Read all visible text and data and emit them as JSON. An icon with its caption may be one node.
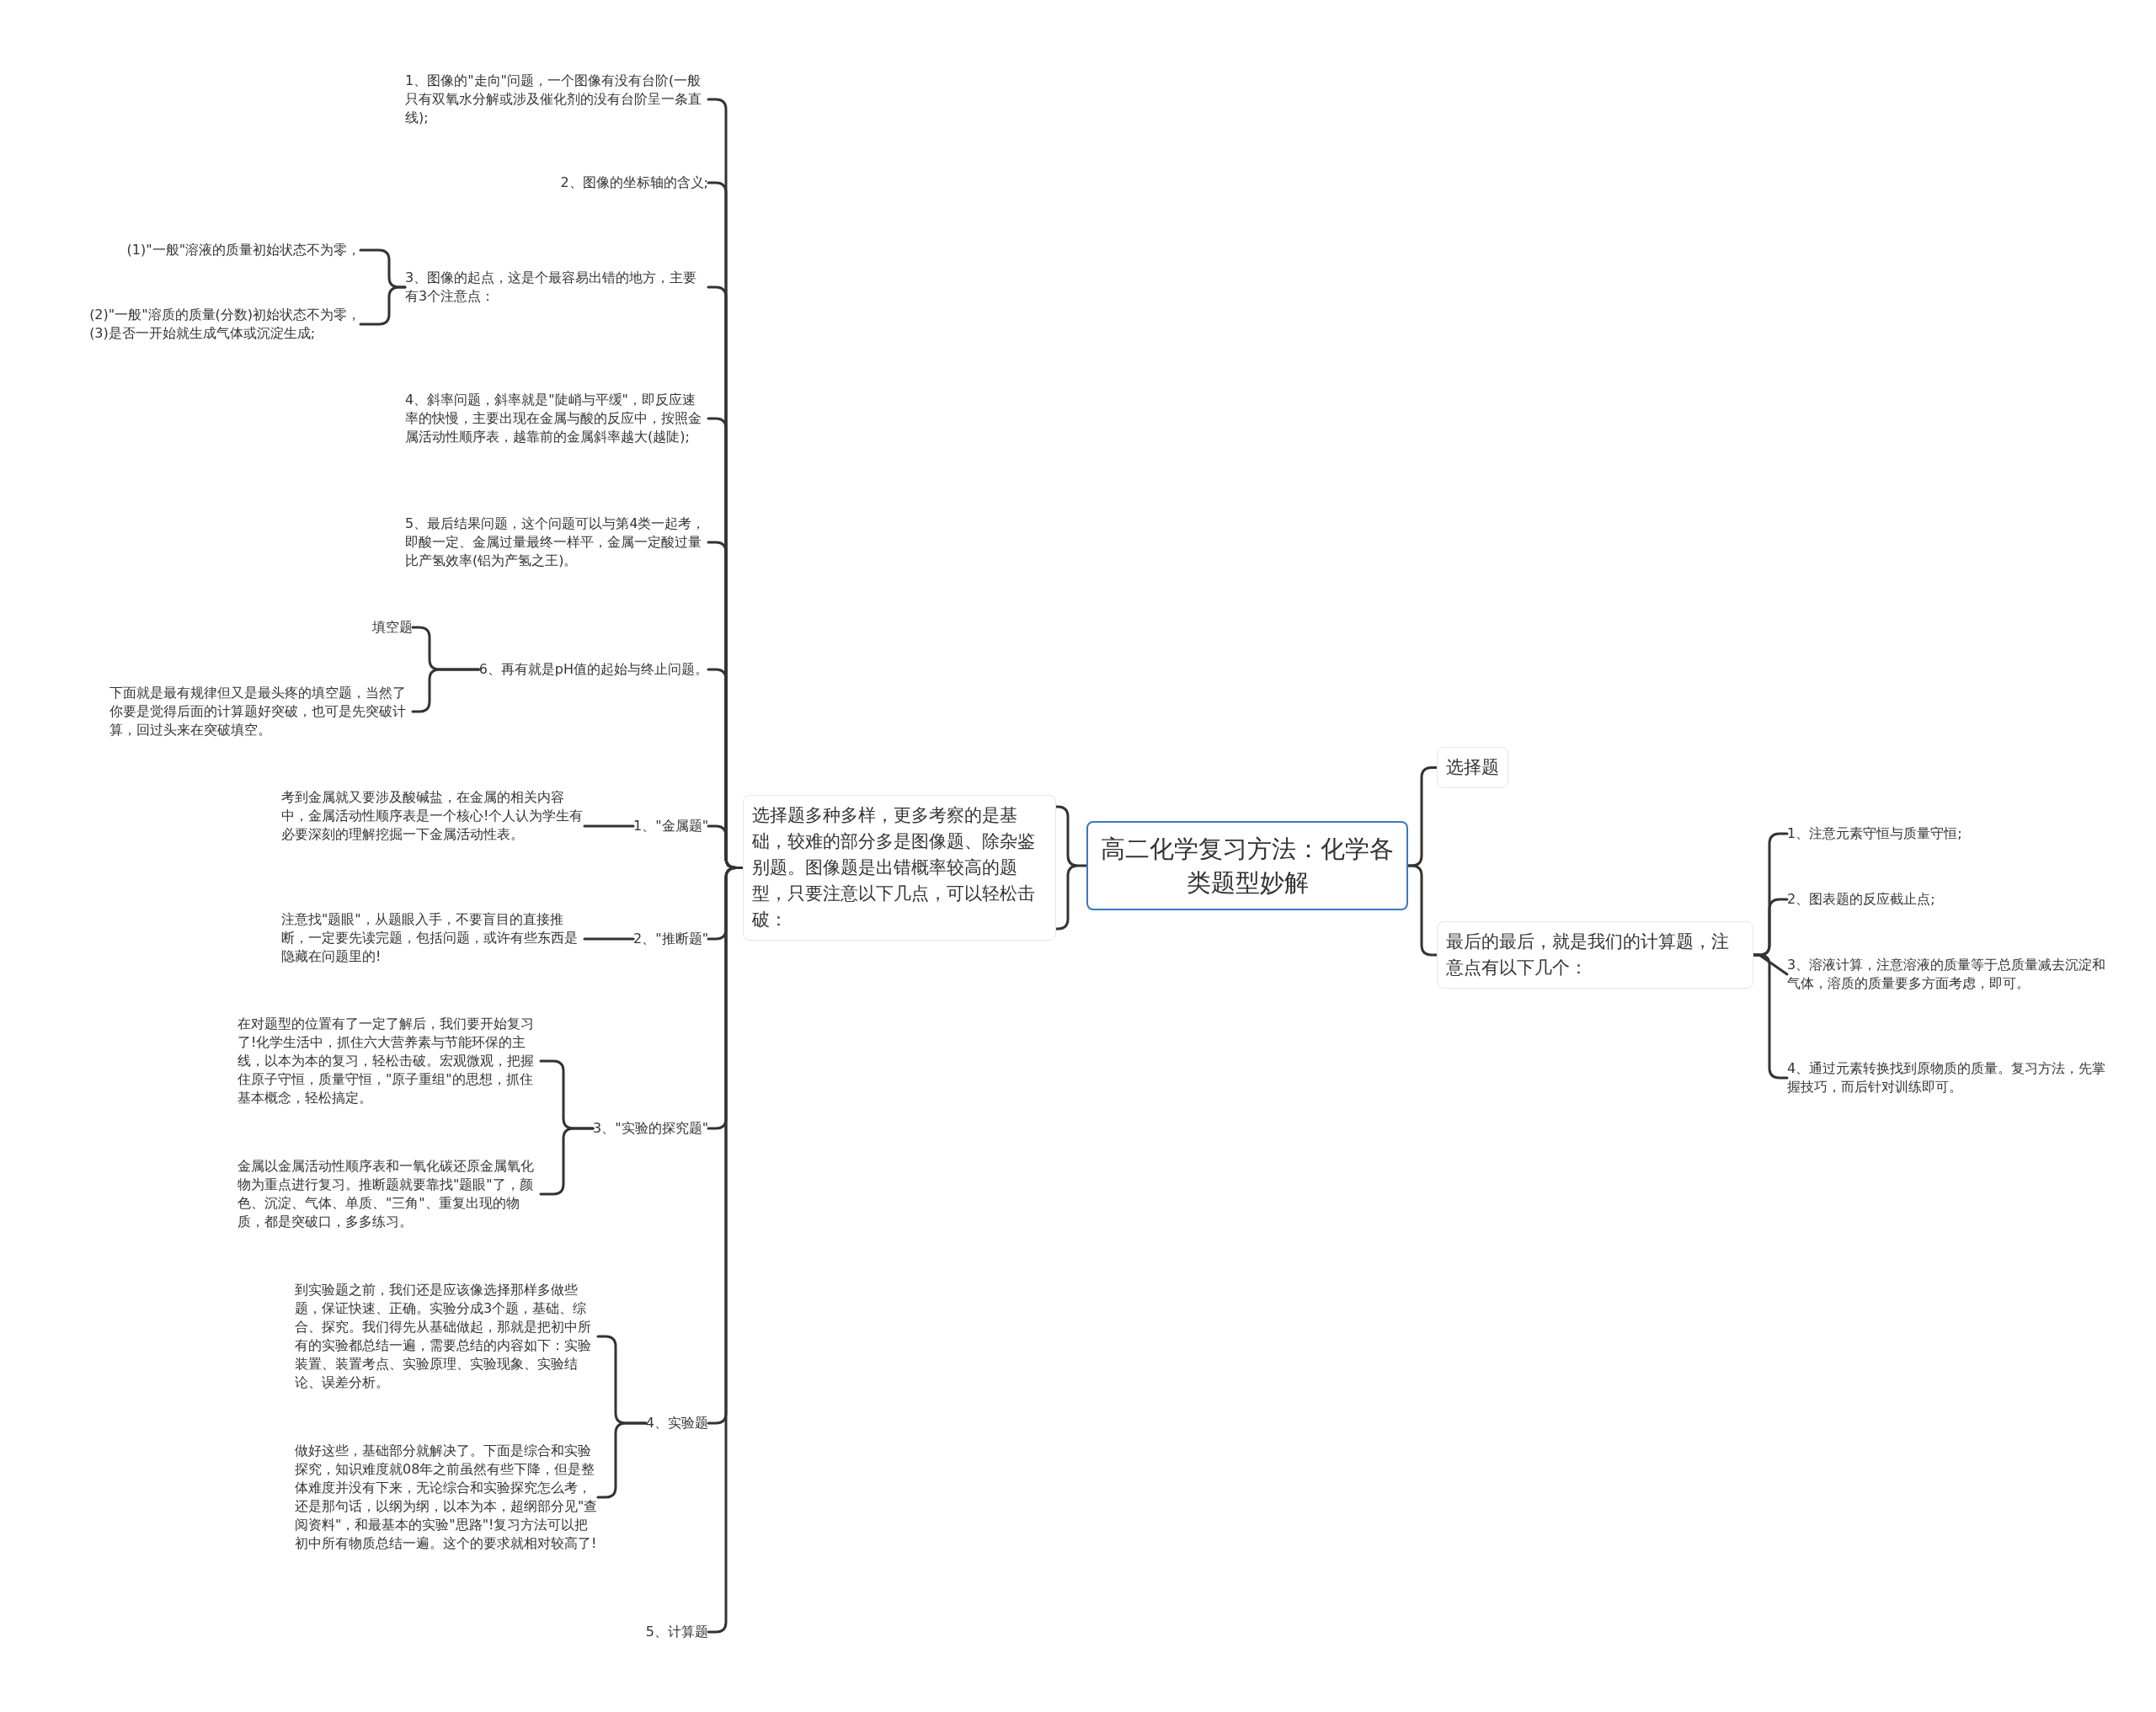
{
  "diagram": {
    "nodes": [
      {
        "text": [
          "高二化学复习方法：化学各类题型妙解"
        ]
      },
      {
        "text": [
          "选择题多种多样，更多考察的是基础，较难的部分多是图像题、除杂鉴别题。图像题是出错概率较高的题型，只要注意以下几点，可以轻松击破："
        ]
      },
      {
        "text": [
          "选择题"
        ]
      },
      {
        "text": [
          "最后的最后，就是我们的计算题，注意点有以下几个："
        ]
      },
      {
        "text": [
          "1、注意元素守恒与质量守恒;"
        ]
      },
      {
        "text": [
          "2、图表题的反应截止点;"
        ]
      },
      {
        "text": [
          "3、溶液计算，注意溶液的质量等于总质量减去沉淀和气体，溶质的质量要多方面考虑，即可。"
        ]
      },
      {
        "text": [
          "4、通过元素转换找到原物质的质量。复习方法，先掌握技巧，而后针对训练即可。"
        ]
      },
      {
        "text": [
          "1、图像的\"走向\"问题，一个图像有没有台阶(一般只有双氧水分解或涉及催化剂的没有台阶呈一条直线);"
        ]
      },
      {
        "text": [
          "2、图像的坐标轴的含义;"
        ]
      },
      {
        "text": [
          "3、图像的起点，这是个最容易出错的地方，主要有3个注意点："
        ]
      },
      {
        "text": [
          "(1)\"一般\"溶液的质量初始状态不为零，"
        ]
      },
      {
        "text": [
          "(2)\"一般\"溶质的质量(分数)初始状态不为零，",
          "(3)是否一开始就生成气体或沉淀生成;"
        ]
      },
      {
        "text": [
          "4、斜率问题，斜率就是\"陡峭与平缓\"，即反应速率的快慢，主要出现在金属与酸的反应中，按照金属活动性顺序表，越靠前的金属斜率越大(越陡);"
        ]
      },
      {
        "text": [
          "5、最后结果问题，这个问题可以与第4类一起考，即酸一定、金属过量最终一样平，金属一定酸过量比产氢效率(铝为产氢之王)。"
        ]
      },
      {
        "text": [
          "6、再有就是pH值的起始与终止问题。"
        ]
      },
      {
        "text": [
          "填空题"
        ]
      },
      {
        "text": [
          "下面就是最有规律但又是最头疼的填空题，当然了你要是觉得后面的计算题好突破，也可是先突破计算，回过头来在突破填空。"
        ]
      },
      {
        "text": [
          "1、\"金属题\""
        ]
      },
      {
        "text": [
          "考到金属就又要涉及酸碱盐，在金属的相关内容中，金属活动性顺序表是一个核心!个人认为学生有必要深刻的理解挖掘一下金属活动性表。"
        ]
      },
      {
        "text": [
          "2、\"推断题\""
        ]
      },
      {
        "text": [
          "注意找\"题眼\"，从题眼入手，不要盲目的直接推断，一定要先读完题，包括问题，或许有些东西是隐藏在问题里的!"
        ]
      },
      {
        "text": [
          "3、\"实验的探究题\""
        ]
      },
      {
        "text": [
          "在对题型的位置有了一定了解后，我们要开始复习了!化学生活中，抓住六大营养素与节能环保的主线，以本为本的复习，轻松击破。宏观微观，把握住原子守恒，质量守恒，\"原子重组\"的思想，抓住基本概念，轻松搞定。"
        ]
      },
      {
        "text": [
          "金属以金属活动性顺序表和一氧化碳还原金属氧化物为重点进行复习。推断题就要靠找\"题眼\"了，颜色、沉淀、气体、单质、\"三角\"、重复出现的物质，都是突破口，多多练习。"
        ]
      },
      {
        "text": [
          "4、实验题"
        ]
      },
      {
        "text": [
          "到实验题之前，我们还是应该像选择那样多做些题，保证快速、正确。实验分成3个题，基础、综合、探究。我们得先从基础做起，那就是把初中所有的实验都总结一遍，需要总结的内容如下：实验装置、装置考点、实验原理、实验现象、实验结论、误差分析。"
        ]
      },
      {
        "text": [
          "做好这些，基础部分就解决了。下面是综合和实验探究，知识难度就08年之前虽然有些下降，但是整体难度并没有下来，无论综合和实验探究怎么考，还是那句话，以纲为纲，以本为本，超纲部分见\"查阅资料\"，和最基本的实验\"思路\"!复习方法可以把初中所有物质总结一遍。这个的要求就相对较高了!"
        ]
      },
      {
        "text": [
          "5、计算题"
        ]
      }
    ],
    "edges": [
      {
        "from": 0,
        "to": 1,
        "arrow": "none"
      },
      {
        "from": 0,
        "to": 2,
        "arrow": "none"
      },
      {
        "from": 0,
        "to": 3,
        "arrow": "none"
      },
      {
        "from": 3,
        "to": 4,
        "arrow": "none"
      },
      {
        "from": 3,
        "to": 5,
        "arrow": "none"
      },
      {
        "from": 3,
        "to": 6,
        "arrow": "none"
      },
      {
        "from": 3,
        "to": 7,
        "arrow": "none"
      },
      {
        "from": 1,
        "to": 8,
        "arrow": "none"
      },
      {
        "from": 1,
        "to": 9,
        "arrow": "none"
      },
      {
        "from": 1,
        "to": 10,
        "arrow": "none"
      },
      {
        "from": 10,
        "to": 11,
        "arrow": "none"
      },
      {
        "from": 10,
        "to": 12,
        "arrow": "none"
      },
      {
        "from": 1,
        "to": 13,
        "arrow": "none"
      },
      {
        "from": 1,
        "to": 14,
        "arrow": "none"
      },
      {
        "from": 1,
        "to": 15,
        "arrow": "none"
      },
      {
        "from": 15,
        "to": 16,
        "arrow": "none"
      },
      {
        "from": 15,
        "to": 17,
        "arrow": "none"
      },
      {
        "from": 1,
        "to": 18,
        "arrow": "none"
      },
      {
        "from": 18,
        "to": 19,
        "arrow": "none"
      },
      {
        "from": 1,
        "to": 20,
        "arrow": "none"
      },
      {
        "from": 20,
        "to": 21,
        "arrow": "none"
      },
      {
        "from": 1,
        "to": 22,
        "arrow": "none"
      },
      {
        "from": 22,
        "to": 23,
        "arrow": "none"
      },
      {
        "from": 22,
        "to": 24,
        "arrow": "none"
      },
      {
        "from": 1,
        "to": 25,
        "arrow": "none"
      },
      {
        "from": 25,
        "to": 26,
        "arrow": "none"
      },
      {
        "from": 25,
        "to": 27,
        "arrow": "none"
      },
      {
        "from": 1,
        "to": 28,
        "arrow": "none"
      }
    ]
  }
}
